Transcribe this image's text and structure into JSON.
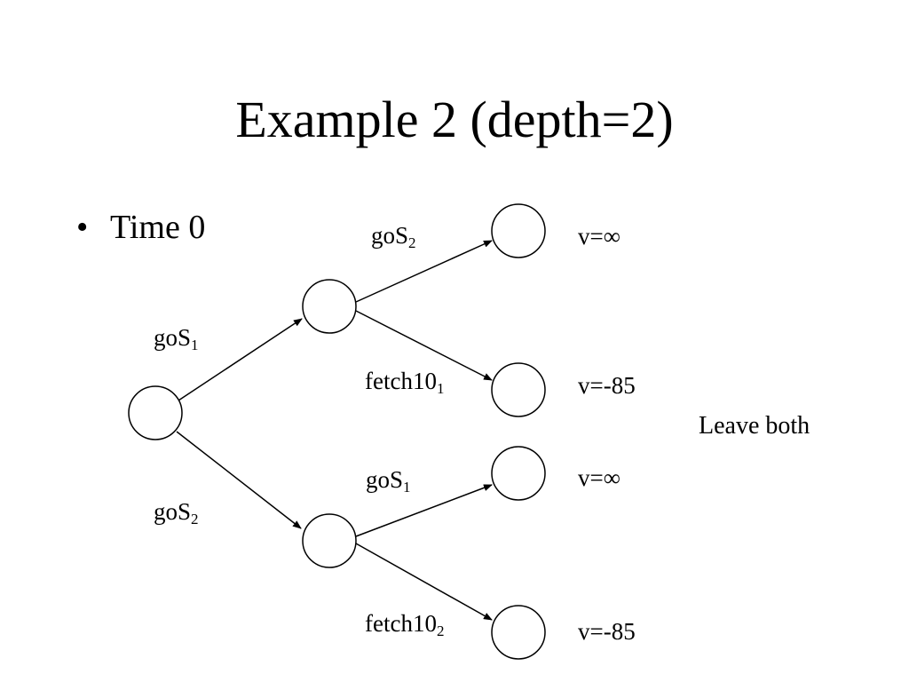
{
  "slide": {
    "title": "Example 2 (depth=2)",
    "bullet_marker": "•",
    "bullet_text": "Time 0"
  },
  "tree": {
    "edges": {
      "root_upper": {
        "base": "goS",
        "sub": "1"
      },
      "root_lower": {
        "base": "goS",
        "sub": "2"
      },
      "upper_top": {
        "base": "goS",
        "sub": "2"
      },
      "upper_bottom": {
        "base": "fetch10",
        "sub": "1"
      },
      "lower_top": {
        "base": "goS",
        "sub": "1"
      },
      "lower_bottom": {
        "base": "fetch10",
        "sub": "2"
      }
    },
    "leaf_values": [
      "v=∞",
      "v=-85",
      "v=∞",
      "v=-85"
    ],
    "note": "Leave both"
  },
  "colors": {
    "stroke": "#000000",
    "background": "#ffffff"
  }
}
